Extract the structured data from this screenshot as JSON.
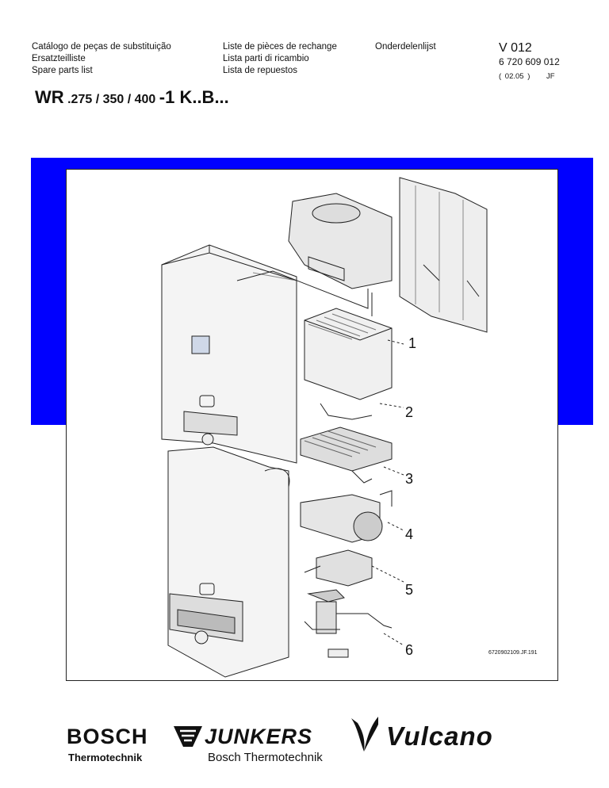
{
  "header": {
    "col1": [
      "Catálogo de peças de substituição",
      "Ersatzteilliste",
      "Spare parts list"
    ],
    "col2": [
      "Liste de pièces de rechange",
      "Lista parti di ricambio",
      "Lista de repuestos"
    ],
    "col3": [
      "Onderdelenlijst"
    ],
    "doc_code": "V 012",
    "doc_number": "6 720 609 012",
    "doc_date": "( 02.05 )",
    "doc_initials": "JF"
  },
  "model": {
    "prefix": "WR",
    "variants": ".275 / 350 / 400",
    "suffix": "-1 K..B..."
  },
  "figure": {
    "callouts": [
      "1",
      "2",
      "3",
      "4",
      "5",
      "6"
    ],
    "code": "6720902109.JF.191"
  },
  "brands": {
    "bosch": "BOSCH",
    "bosch_sub": "Thermotechnik",
    "junkers": "JUNKERS",
    "junkers_sub": "Bosch Thermotechnik",
    "vulcano": "Vulcano"
  },
  "colors": {
    "band": "#0000ff",
    "line": "#222222"
  }
}
